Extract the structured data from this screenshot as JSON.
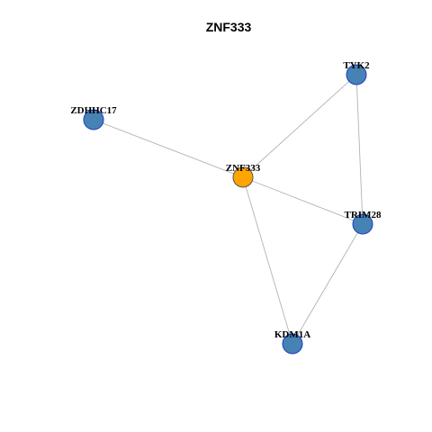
{
  "title": "ZNF333",
  "nodes": [
    {
      "id": "ZNF333",
      "label": "ZNF333",
      "role": "query",
      "color": "#ffa500",
      "border": "#555555"
    },
    {
      "id": "TYK2",
      "label": "TYK2",
      "role": "neighbor",
      "color": "#4682b4",
      "border": "#1f3fbf"
    },
    {
      "id": "ZDHHC17",
      "label": "ZDHHC17",
      "role": "neighbor",
      "color": "#4682b4",
      "border": "#1f3fbf"
    },
    {
      "id": "TRIM28",
      "label": "TRIM28",
      "role": "neighbor",
      "color": "#4682b4",
      "border": "#1f3fbf"
    },
    {
      "id": "KDM1A",
      "label": "KDM1A",
      "role": "neighbor",
      "color": "#4682b4",
      "border": "#1f3fbf"
    }
  ],
  "edges": [
    {
      "source": "ZNF333",
      "target": "TYK2"
    },
    {
      "source": "ZNF333",
      "target": "ZDHHC17"
    },
    {
      "source": "ZNF333",
      "target": "TRIM28"
    },
    {
      "source": "ZNF333",
      "target": "KDM1A"
    },
    {
      "source": "TYK2",
      "target": "TRIM28"
    },
    {
      "source": "TRIM28",
      "target": "KDM1A"
    }
  ]
}
